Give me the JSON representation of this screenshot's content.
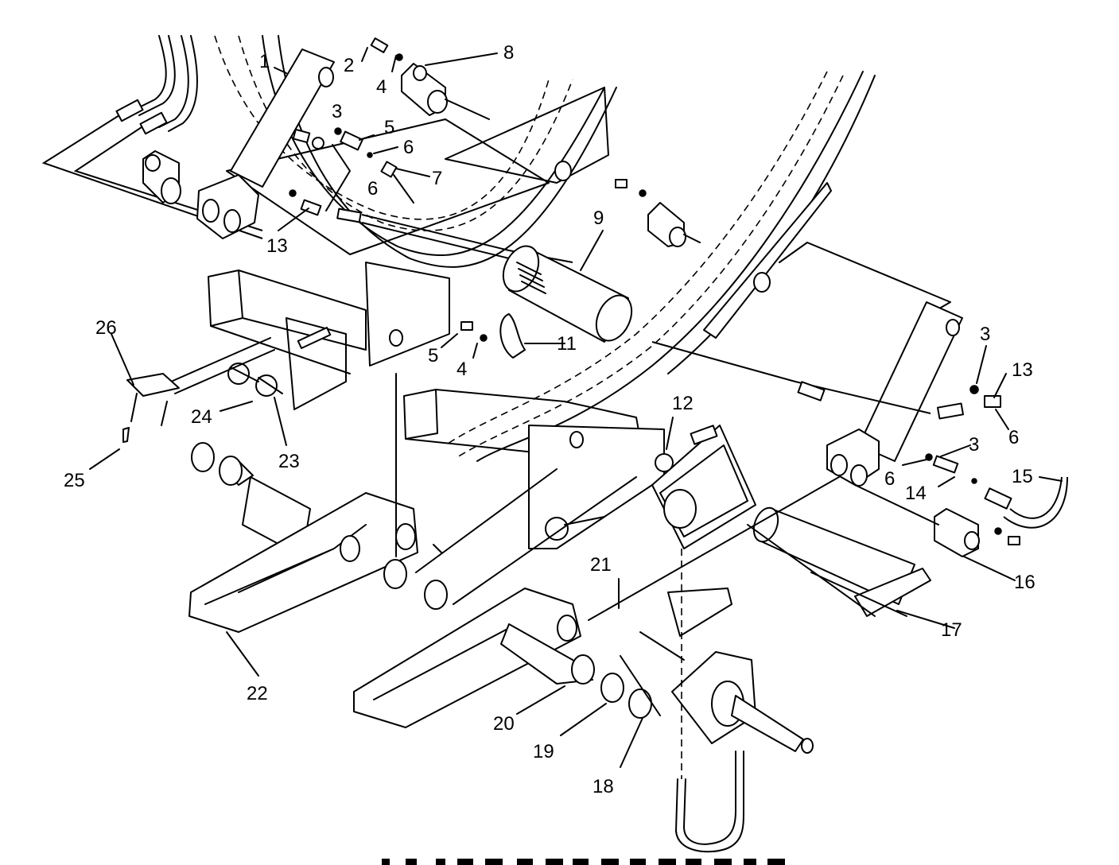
{
  "callouts": [
    {
      "num": "1"
    },
    {
      "num": "2"
    },
    {
      "num": "3"
    },
    {
      "num": "4"
    },
    {
      "num": "5"
    },
    {
      "num": "6"
    },
    {
      "num": "7"
    },
    {
      "num": "8"
    },
    {
      "num": "6"
    },
    {
      "num": "9"
    },
    {
      "num": "13"
    },
    {
      "num": "5"
    },
    {
      "num": "4"
    },
    {
      "num": "11"
    },
    {
      "num": "26"
    },
    {
      "num": "24"
    },
    {
      "num": "23"
    },
    {
      "num": "25"
    },
    {
      "num": "12"
    },
    {
      "num": "3"
    },
    {
      "num": "13"
    },
    {
      "num": "6"
    },
    {
      "num": "3"
    },
    {
      "num": "6"
    },
    {
      "num": "14"
    },
    {
      "num": "15"
    },
    {
      "num": "16"
    },
    {
      "num": "17"
    },
    {
      "num": "21"
    },
    {
      "num": "22"
    },
    {
      "num": "20"
    },
    {
      "num": "19"
    },
    {
      "num": "18"
    }
  ],
  "footer_text": ""
}
